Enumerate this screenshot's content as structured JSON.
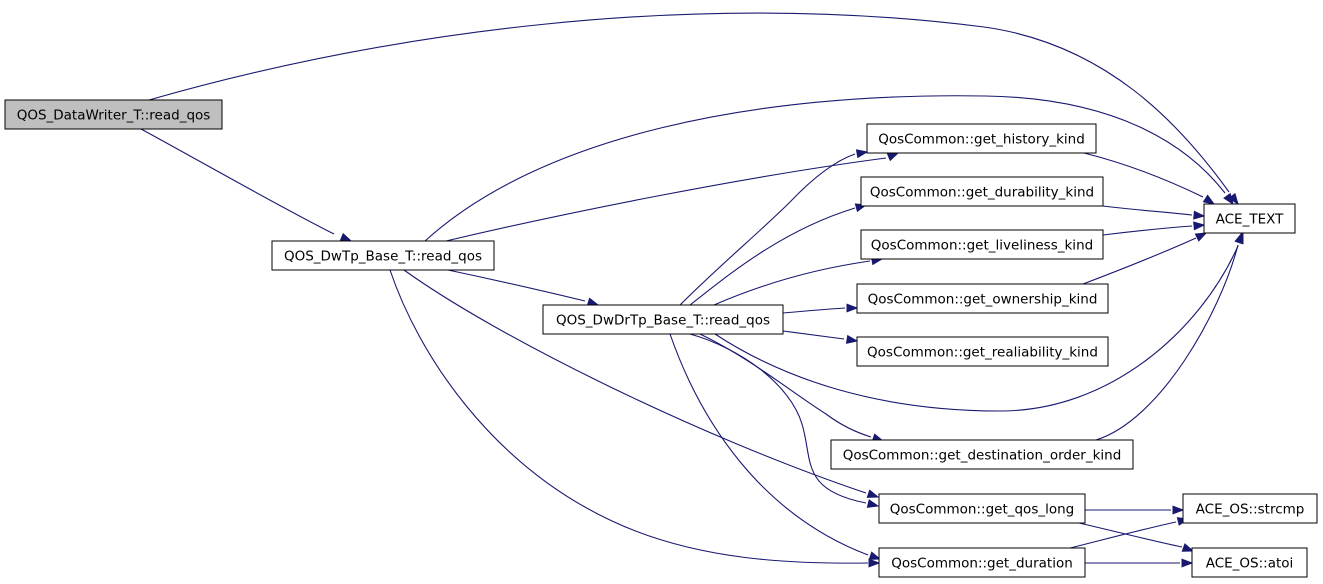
{
  "graph": {
    "colors": {
      "edge": "#191970",
      "node_fill": "#ffffff",
      "root_fill": "#bfbfbf",
      "node_border": "#000000"
    },
    "nodes": [
      {
        "id": "n_root",
        "label": "QOS_DataWriter_T::read_qos",
        "highlighted": true
      },
      {
        "id": "n_dwtp",
        "label": "QOS_DwTp_Base_T::read_qos"
      },
      {
        "id": "n_dwdrtp",
        "label": "QOS_DwDrTp_Base_T::read_qos"
      },
      {
        "id": "n_history",
        "label": "QosCommon::get_history_kind"
      },
      {
        "id": "n_durability",
        "label": "QosCommon::get_durability_kind"
      },
      {
        "id": "n_liveliness",
        "label": "QosCommon::get_liveliness_kind"
      },
      {
        "id": "n_ownership",
        "label": "QosCommon::get_ownership_kind"
      },
      {
        "id": "n_reliability",
        "label": "QosCommon::get_realiability_kind"
      },
      {
        "id": "n_destorder",
        "label": "QosCommon::get_destination_order_kind"
      },
      {
        "id": "n_qoslong",
        "label": "QosCommon::get_qos_long"
      },
      {
        "id": "n_duration",
        "label": "QosCommon::get_duration"
      },
      {
        "id": "n_acetext",
        "label": "ACE_TEXT"
      },
      {
        "id": "n_strcmp",
        "label": "ACE_OS::strcmp"
      },
      {
        "id": "n_atoi",
        "label": "ACE_OS::atoi"
      }
    ],
    "edges": [
      {
        "from": "n_root",
        "to": "n_acetext"
      },
      {
        "from": "n_root",
        "to": "n_dwtp"
      },
      {
        "from": "n_dwtp",
        "to": "n_acetext"
      },
      {
        "from": "n_dwtp",
        "to": "n_history"
      },
      {
        "from": "n_dwtp",
        "to": "n_dwdrtp"
      },
      {
        "from": "n_dwtp",
        "to": "n_qoslong"
      },
      {
        "from": "n_dwtp",
        "to": "n_duration"
      },
      {
        "from": "n_dwdrtp",
        "to": "n_history"
      },
      {
        "from": "n_dwdrtp",
        "to": "n_durability"
      },
      {
        "from": "n_dwdrtp",
        "to": "n_liveliness"
      },
      {
        "from": "n_dwdrtp",
        "to": "n_ownership"
      },
      {
        "from": "n_dwdrtp",
        "to": "n_reliability"
      },
      {
        "from": "n_dwdrtp",
        "to": "n_acetext"
      },
      {
        "from": "n_dwdrtp",
        "to": "n_destorder"
      },
      {
        "from": "n_dwdrtp",
        "to": "n_qoslong"
      },
      {
        "from": "n_dwdrtp",
        "to": "n_duration"
      },
      {
        "from": "n_history",
        "to": "n_acetext"
      },
      {
        "from": "n_durability",
        "to": "n_acetext"
      },
      {
        "from": "n_liveliness",
        "to": "n_acetext"
      },
      {
        "from": "n_ownership",
        "to": "n_acetext"
      },
      {
        "from": "n_destorder",
        "to": "n_acetext"
      },
      {
        "from": "n_qoslong",
        "to": "n_strcmp"
      },
      {
        "from": "n_qoslong",
        "to": "n_atoi"
      },
      {
        "from": "n_duration",
        "to": "n_strcmp"
      },
      {
        "from": "n_duration",
        "to": "n_atoi"
      }
    ]
  }
}
